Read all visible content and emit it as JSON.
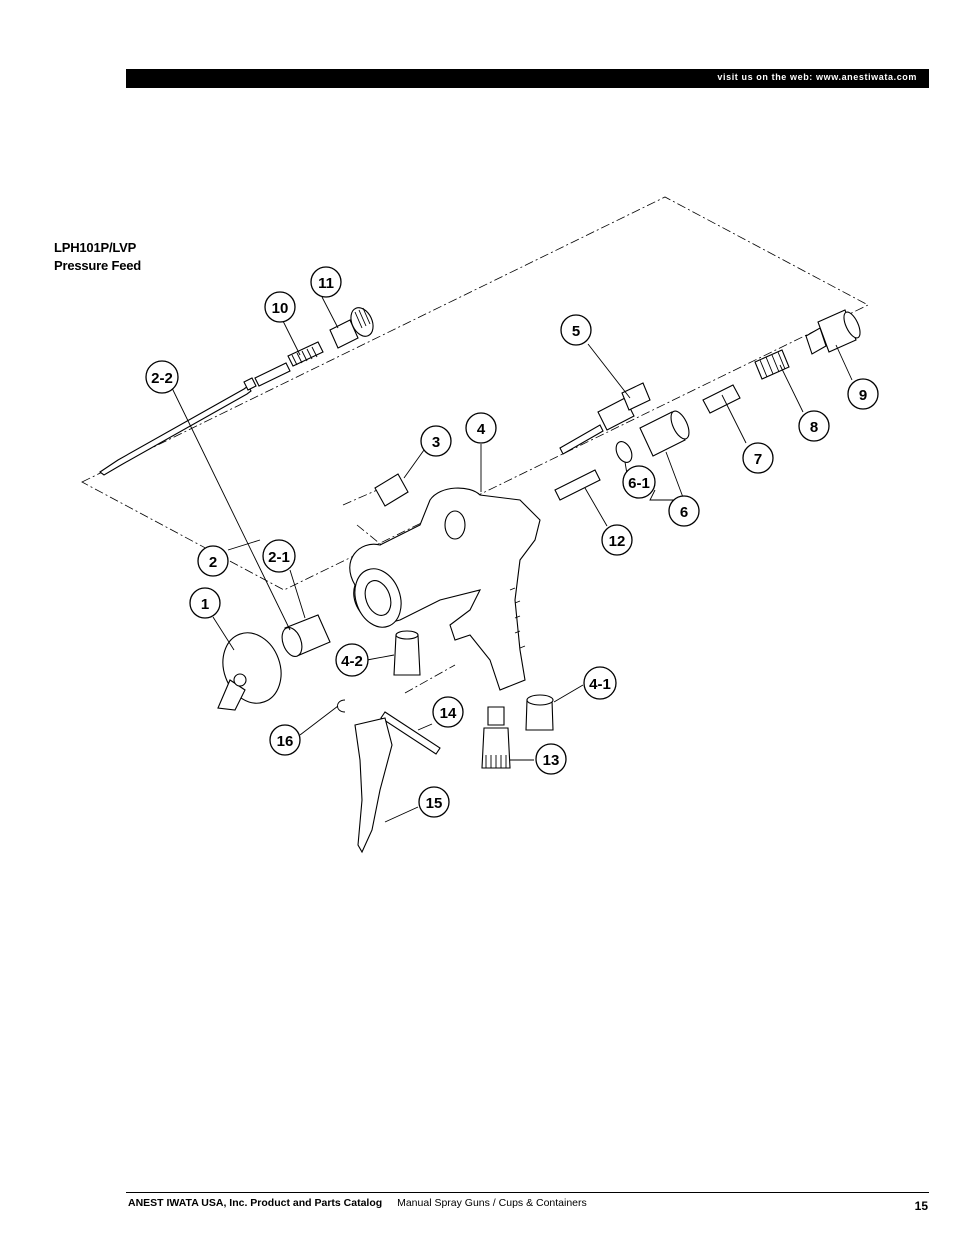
{
  "header": {
    "web_text": "visit us on the web: www.anestiwata.com"
  },
  "model": {
    "name": "LPH101P/LVP",
    "feed_type": "Pressure Feed"
  },
  "callouts": [
    {
      "label": "11"
    },
    {
      "label": "10"
    },
    {
      "label": "5"
    },
    {
      "label": "2-2"
    },
    {
      "label": "9"
    },
    {
      "label": "8"
    },
    {
      "label": "4"
    },
    {
      "label": "3"
    },
    {
      "label": "7"
    },
    {
      "label": "6-1"
    },
    {
      "label": "6"
    },
    {
      "label": "12"
    },
    {
      "label": "2"
    },
    {
      "label": "2-1"
    },
    {
      "label": "1"
    },
    {
      "label": "4-2"
    },
    {
      "label": "4-1"
    },
    {
      "label": "14"
    },
    {
      "label": "16"
    },
    {
      "label": "13"
    },
    {
      "label": "15"
    }
  ],
  "footer": {
    "catalog": "ANEST IWATA USA, Inc. Product and Parts Catalog",
    "section": "Manual Spray Guns / Cups & Containers",
    "page_number": "15"
  }
}
